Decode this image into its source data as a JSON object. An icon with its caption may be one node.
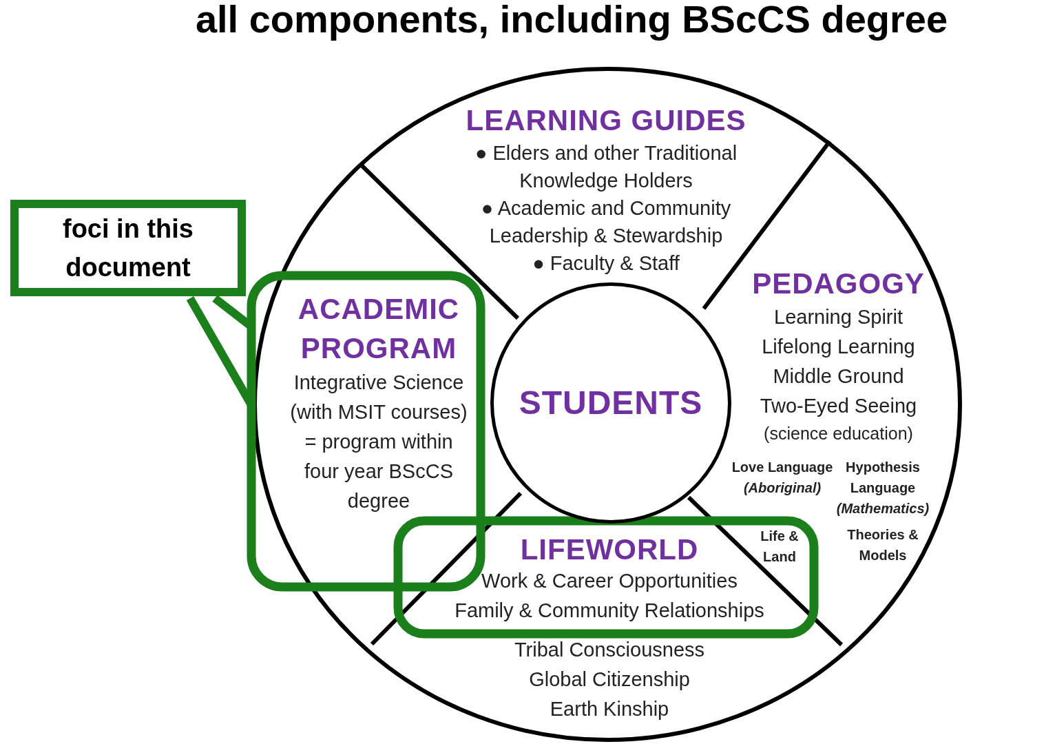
{
  "diagram": {
    "title": "all components, including BScCS degree",
    "nodes": [
      {
        "text": [
          "foci in this document"
        ]
      },
      {
        "text": [
          "LEARNING GUIDES",
          "● Elders and other Traditional Knowledge Holders",
          "● Academic and Community Leadership & Stewardship",
          "● Faculty & Staff"
        ]
      },
      {
        "text": [
          "ACADEMIC PROGRAM",
          "Integrative Science (with MSIT courses) = program within four year BScCS degree"
        ]
      },
      {
        "text": [
          "STUDENTS"
        ]
      },
      {
        "text": [
          "PEDAGOGY",
          "Learning Spirit",
          "Lifelong Learning",
          "Middle Ground",
          "Two-Eyed Seeing",
          "(science education)",
          "Love Language *(Aboriginal)*",
          "Hypothesis Language *(Mathematics)*",
          "Life & Land",
          "Theories & Models"
        ]
      },
      {
        "text": [
          "LIFEWORLD",
          "Work & Career Opportunities",
          "Family & Community Relationships",
          "Tribal Consciousness",
          "Global Citizenship",
          "Earth Kinship"
        ]
      }
    ]
  }
}
